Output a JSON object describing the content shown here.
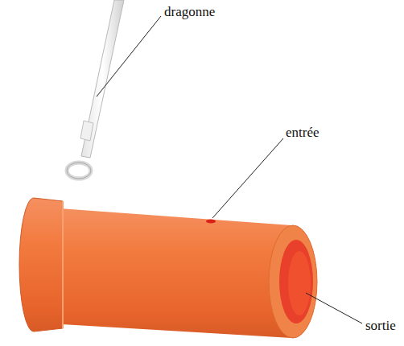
{
  "diagram": {
    "labels": [
      "dragonne",
      "entrée",
      "sortie"
    ]
  }
}
